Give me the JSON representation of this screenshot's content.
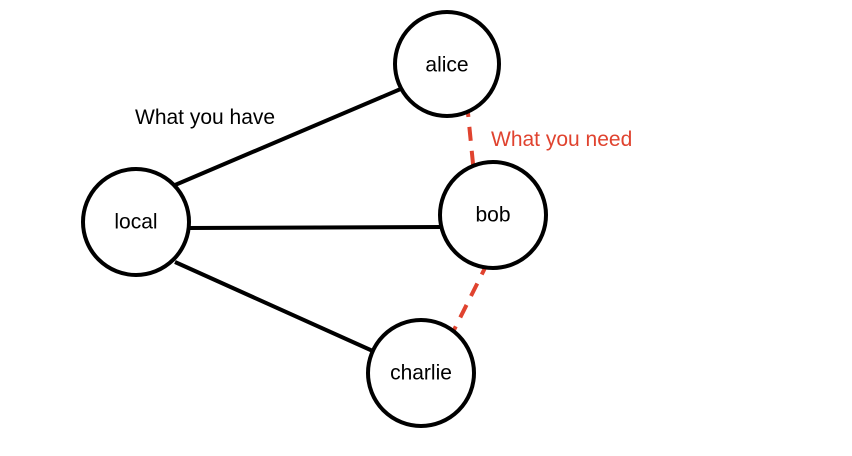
{
  "colors": {
    "existing": "#000000",
    "needed": "#e0432f"
  },
  "nodes": {
    "alice": "alice",
    "local": "local",
    "bob": "bob",
    "charlie": "charlie"
  },
  "annotations": {
    "have": "What you have",
    "need": "What you need"
  }
}
